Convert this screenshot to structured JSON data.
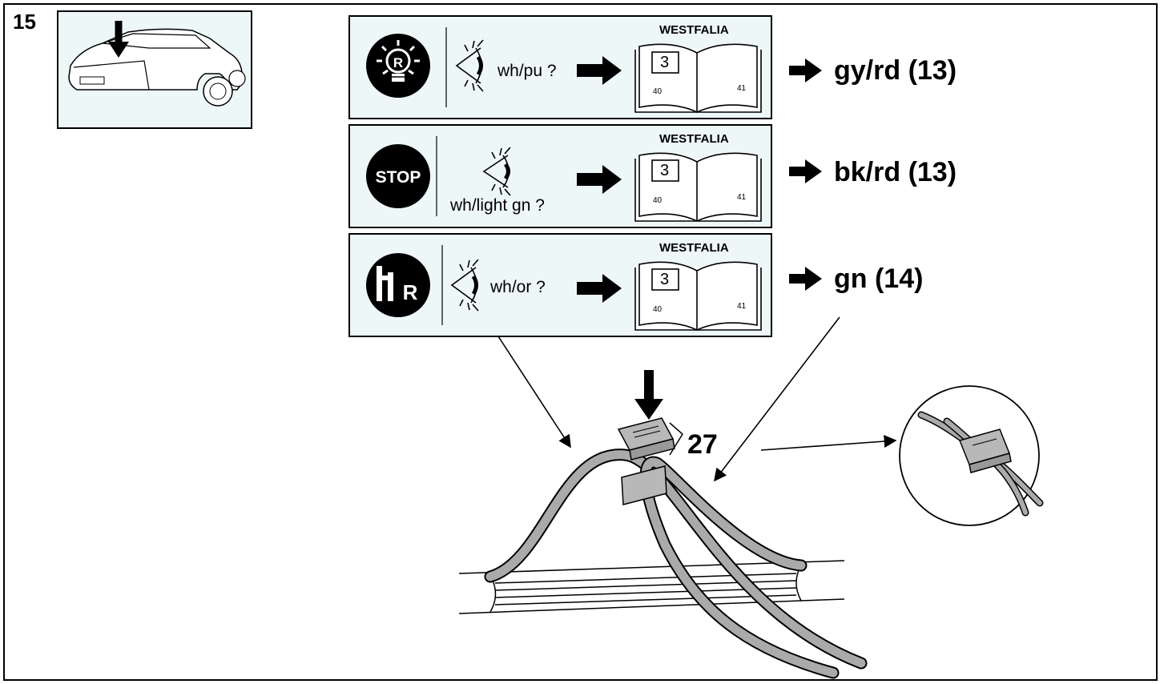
{
  "step": {
    "number": "15"
  },
  "brand": "WESTFALIA",
  "book": {
    "chapter": "3",
    "page_left": "40",
    "page_right": "41"
  },
  "rows": [
    {
      "icon": "reverse-lamp-icon",
      "icon_text": "R",
      "wire": "wh/pu ?",
      "result": "gy/rd (13)"
    },
    {
      "icon": "stop-lamp-icon",
      "icon_text": "STOP",
      "wire": "wh/light gn ?",
      "result": "bk/rd (13)"
    },
    {
      "icon": "transmission-reverse-icon",
      "icon_text": "R",
      "wire": "wh/or ?",
      "result": "gn (14)"
    }
  ],
  "callout": {
    "label": "27"
  }
}
